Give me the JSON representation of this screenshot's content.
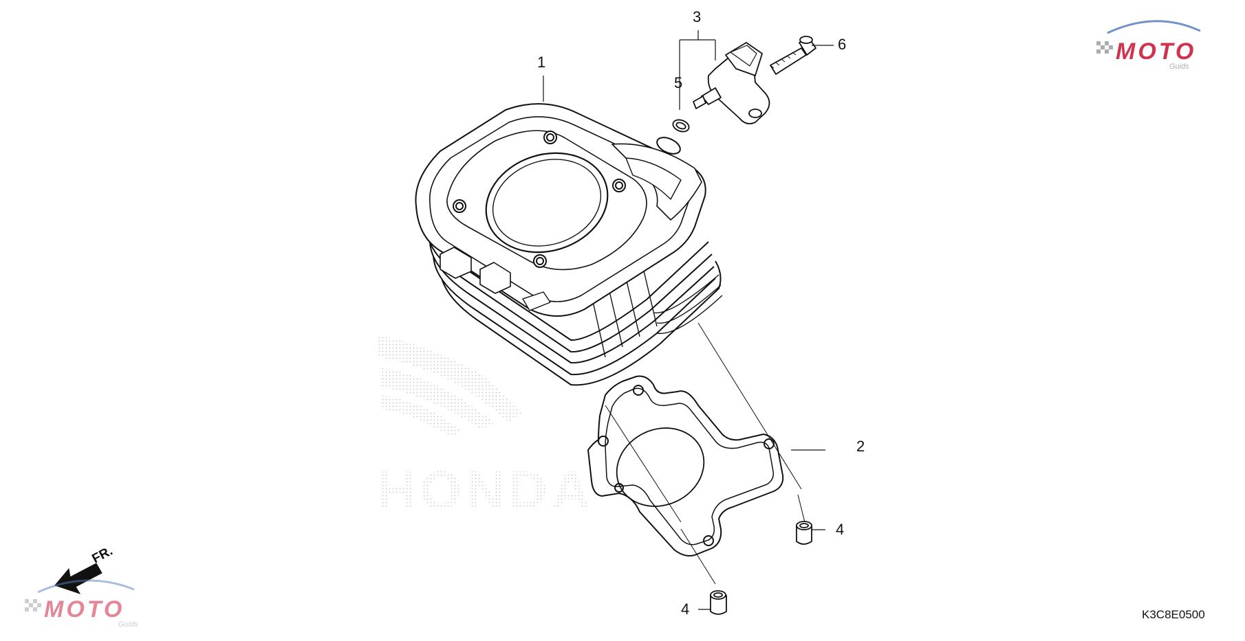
{
  "diagram": {
    "callouts": [
      {
        "id": "1",
        "label": "1"
      },
      {
        "id": "2",
        "label": "2"
      },
      {
        "id": "3",
        "label": "3"
      },
      {
        "id": "4a",
        "label": "4"
      },
      {
        "id": "4b",
        "label": "4"
      },
      {
        "id": "5",
        "label": "5"
      },
      {
        "id": "6",
        "label": "6"
      }
    ],
    "direction_label": "FR.",
    "diagram_code": "K3C8E0500",
    "watermarks": {
      "brand": "MOTO",
      "sub": "Guids",
      "background_brand": "HONDA"
    }
  },
  "colors": {
    "line": "#111111",
    "watermark_red": "#c8102e",
    "watermark_gray": "#9aa0a6",
    "watermark_blue": "#5b7fbf",
    "stipple": "#bdbdbd"
  }
}
